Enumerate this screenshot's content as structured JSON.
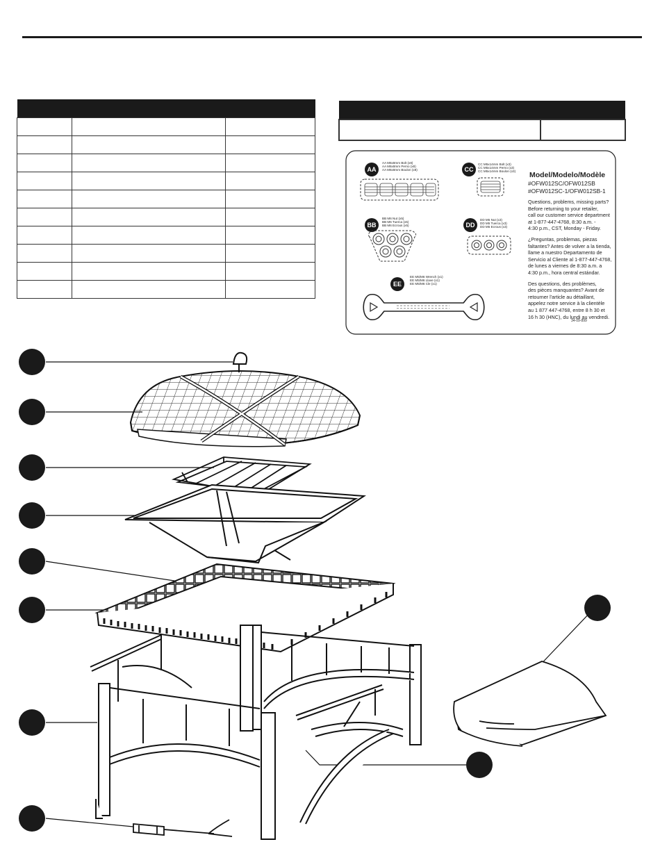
{
  "hardware_card": {
    "hardware_keys": {
      "aa": "AA",
      "bb": "BB",
      "cc": "CC",
      "dd": "DD",
      "ee": "EE"
    },
    "aa_lines": "AA M6x8mm Bolt (x8)\nAA M6x8mm Perno (x8)\nAA M6x8mm Boulon (x8)",
    "bb_lines": "BB M6 Nut (x5)\nBB M6 Tuerca (x5)\nBB M6 Ecrous (x5)",
    "cc_lines": "CC M5x14mm Bolt (x3)\nCC M5x14mm Perno (x3)\nCC M5x14mm Boulon (x3)",
    "dd_lines": "DD M5 Nut (x3)\nDD M5 Tuerca (x3)\nDD M5 Ecrous (x3)",
    "ee_lines": "EE M5/M6 Wrench (x1)\nEE M5/M6 Llave (x1)\nEE M5/M6 Cle (x1)",
    "model_title": "Model/Modelo/Modèle",
    "model_numbers": "#OFW012SC/OFW012SB\n#OFW012SC-1/OFW012SB-1",
    "english_text": "Questions, problems, missing parts?\nBefore returning to your retailer,\ncall our customer service department\nat 1-877-447-4768, 8:30 a.m. -\n4:30 p.m., CST, Monday - Friday.",
    "spanish_text": "¿Preguntas, problemas, piezas\nfaltantes? Antes de volver a la tienda,\nllame a nuestro Departamento de\nServicio al Cliente al 1-877-447-4768,\nde lunes a viernes de 8:30 a.m. a\n4:30 p.m., hora central estándar.",
    "french_text": "Des questions, des problèmes,\ndes pièces manquantes? Avant de\nretourner l'article au détaillant,\nappelez notre service à la clientèle\nau 1 877 447-4768, entre 8 h 30 et\n16 h 30 (HNC), du lundi au vendredi.",
    "code": "34-09-899"
  }
}
